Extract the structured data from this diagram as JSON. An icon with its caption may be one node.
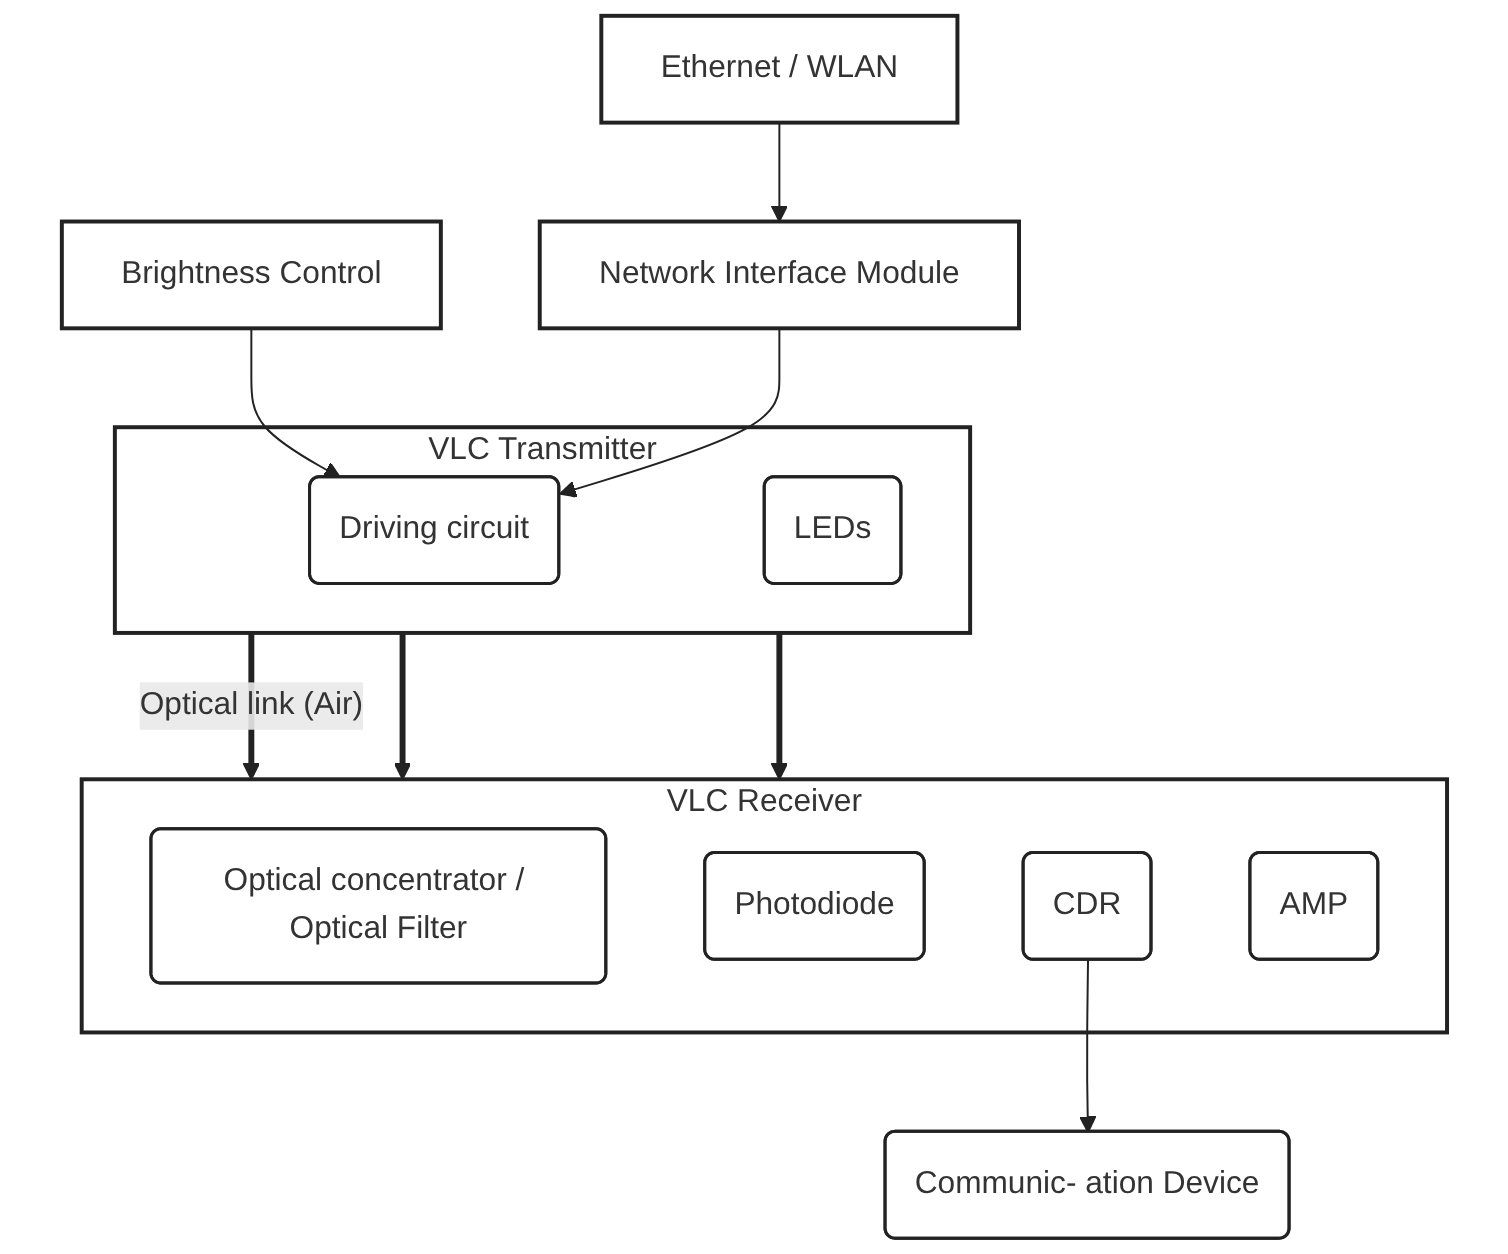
{
  "diagram": {
    "nodes": [
      {
        "text": [
          "Brightness Control"
        ]
      },
      {
        "text": [
          "VLC Transmitter"
        ]
      },
      {
        "text": [
          "Driving circuit"
        ],
        "in": 1
      },
      {
        "text": [
          "LEDs"
        ],
        "in": 1
      },
      {
        "text": [
          "Ethernet / WLAN"
        ]
      },
      {
        "text": [
          "Network Interface Module"
        ]
      },
      {
        "text": [
          "VLC Receiver"
        ]
      },
      {
        "text": [
          "Optical concentrator / Optical Filter"
        ],
        "in": 6
      },
      {
        "text": [
          "Photodiode"
        ],
        "in": 6
      },
      {
        "text": [
          "CDR"
        ],
        "in": 6
      },
      {
        "text": [
          "AMP"
        ],
        "in": 6
      },
      {
        "text": [
          "Communic- ation Device"
        ]
      }
    ],
    "edges": [
      {
        "from": 0,
        "to": 2,
        "arrow": "to"
      },
      {
        "from": 5,
        "to": 2,
        "arrow": "to"
      },
      {
        "from": 4,
        "to": 5,
        "arrow": "to"
      },
      {
        "from": 1,
        "to": 6,
        "arrow": "to",
        "style": "thick",
        "label": "Optical link (Air)"
      },
      {
        "from": 1,
        "to": 6,
        "arrow": "to",
        "style": "thick"
      },
      {
        "from": 1,
        "to": 6,
        "arrow": "to",
        "style": "thick"
      },
      {
        "from": 9,
        "to": 11,
        "arrow": "to"
      }
    ]
  }
}
